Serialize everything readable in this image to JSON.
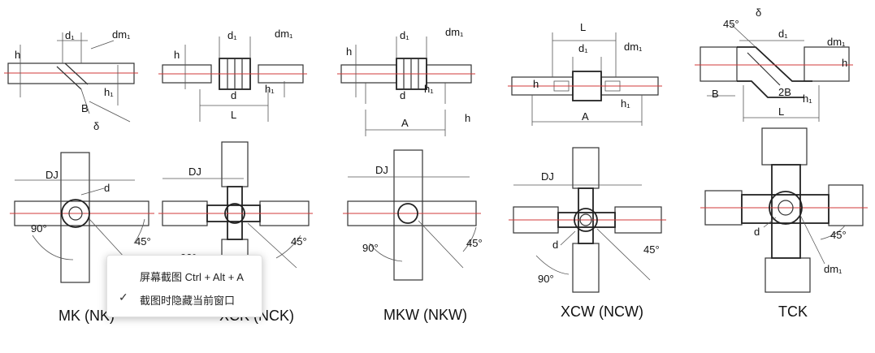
{
  "figure": {
    "top_labels": {
      "d1": "d₁",
      "dm1": "dm₁",
      "h": "h",
      "h1": "h₁",
      "B": "B",
      "delta": "δ",
      "d": "d",
      "L": "L",
      "A": "A",
      "angle45": "45°",
      "twoB": "2B"
    },
    "plan_labels": {
      "DJ": "DJ",
      "d": "d",
      "angle90": "90°",
      "angle45": "45°",
      "dm1": "dm₁"
    },
    "titles": [
      "MK (NK)",
      "XCK (NCK)",
      "MKW (NKW)",
      "XCW (NCW)",
      "TCK"
    ]
  },
  "context_menu": {
    "items": [
      {
        "label": "屏幕截图 Ctrl + Alt + A",
        "checked": false
      },
      {
        "label": "截图时隐藏当前窗口",
        "checked": true
      }
    ],
    "check_glyph": "✓"
  }
}
